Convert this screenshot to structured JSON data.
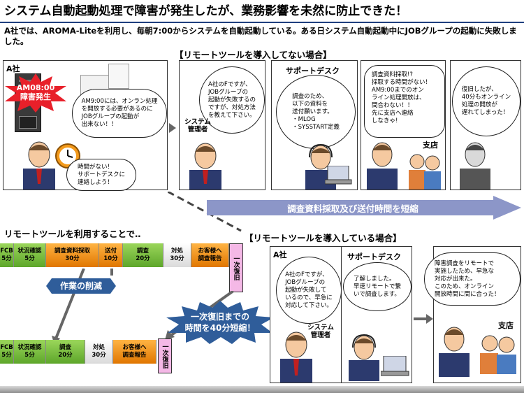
{
  "title": "システム自動起動処理で障害が発生したが、業務影響を未然に防止できた！",
  "intro": "A社では、AROMA-Liteを利用し、毎朝7:00からシステムを自動起動している。ある日システム自動起動中にJOBグループの起動に失敗しました。",
  "without_tool": {
    "heading": "【リモートツールを導入してない場合】",
    "panel1": {
      "label": "A社",
      "alarm_line1": "AM08:00",
      "alarm_line2": "障害発生",
      "bubble1": "AM9:00には、オンラン処理\nを開放する必要があるのに\nJOBグループの起動が\n出来ない！！",
      "bubble2": "時間がない！\nサポートデスクに\n連絡しよう！"
    },
    "panel2": {
      "bubble": "A社のFですが、\nJOBグループの\n起動が失敗するの\nですが、対処方法\nを教えて下さい。",
      "role": "システム\n管理者"
    },
    "panel3": {
      "label": "サポートデスク",
      "bubble": "調査のため、\n以下の資料を\n送付願います。\n・MLOG\n・SYSSTART定義"
    },
    "panel4": {
      "bubble": "調査資料採取!?\n採取する時間がない！\nAM9:00までのオン\nライン処理開放は、\n間合わない！！\n先に支店へ連絡\nしなきゃ!",
      "branch": "支店"
    },
    "panel5": {
      "bubble": "復旧したが、\n40分もオンライン\n処理の開放が\n遅れてしまった！"
    }
  },
  "shorten_banner": "調査資料採取及び送付時間を短縮",
  "timeline": {
    "heading": "リモートツールを利用することで‥",
    "row1": [
      {
        "l1": "FCB",
        "l2": "5分",
        "c": "g"
      },
      {
        "l1": "状況確認",
        "l2": "5分",
        "c": "g"
      },
      {
        "l1": "調査資料採取",
        "l2": "30分",
        "c": "o"
      },
      {
        "l1": "送付",
        "l2": "10分",
        "c": "o"
      },
      {
        "l1": "調査",
        "l2": "20分",
        "c": "g"
      },
      {
        "l1": "対処",
        "l2": "30分",
        "c": "w"
      },
      {
        "l1": "お客様へ",
        "l2": "調査報告",
        "c": "o"
      }
    ],
    "row2": [
      {
        "l1": "FCB",
        "l2": "5分",
        "c": "g"
      },
      {
        "l1": "状況確認",
        "l2": "5分",
        "c": "g"
      },
      {
        "l1": "調査",
        "l2": "20分",
        "c": "g"
      },
      {
        "l1": "対処",
        "l2": "30分",
        "c": "w"
      },
      {
        "l1": "お客様へ",
        "l2": "調査報告",
        "c": "o"
      }
    ],
    "recover_label": "一次復旧",
    "reduction_label": "作業の削減",
    "burst_line1": "一次復旧までの",
    "burst_line2": "時間を40分短縮！"
  },
  "with_tool": {
    "heading": "【リモートツールを導入している場合】",
    "panel1": {
      "label": "A社",
      "bubble": "A社のFですが、\nJOBグループの\n起動が失敗して\nいるので、早急に\n対応して下さい。",
      "role": "システム\n管理者"
    },
    "panel2": {
      "label": "サポートデスク",
      "bubble": "了解しました。\n早速リモートで繋\nいで調査します。"
    },
    "panel3": {
      "bubble": "障害調査をリモートで\n実施したため、早急な\n対応が出来た。\nこのため、オンライン\n開放時間に間に合った！",
      "branch": "支店"
    }
  },
  "colors": {
    "title_rule": "#1f3f7f",
    "green": "#5da62a",
    "orange": "#e07600",
    "banner": "#8c96c8",
    "burst": "#2f5d9a",
    "alarm": "#e8202a",
    "recover": "#f4b8e6"
  },
  "icons": [
    "server-rack-icon",
    "alarm-burst-icon",
    "clock-icon",
    "person-icon",
    "headset-person-icon",
    "laptop-icon",
    "arrow-right-icon",
    "paper-stack-icon"
  ]
}
